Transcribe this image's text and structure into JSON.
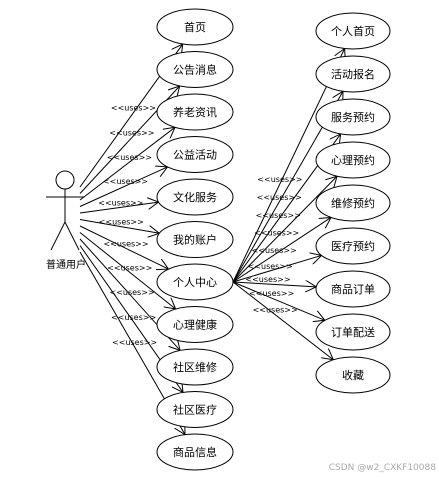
{
  "actor": {
    "label": "普通用户"
  },
  "uses_label": "<<uses>>",
  "left_cases": [
    "首页",
    "公告消息",
    "养老资讯",
    "公益活动",
    "文化服务",
    "我的账户",
    "个人中心",
    "心理健康",
    "社区维修",
    "社区医疗",
    "商品信息"
  ],
  "right_cases": [
    "个人首页",
    "活动报名",
    "服务预约",
    "心理预约",
    "维修预约",
    "医疗预约",
    "商品订单",
    "订单配送",
    "收藏"
  ],
  "watermark": "CSDN @w2_CXKF10088"
}
